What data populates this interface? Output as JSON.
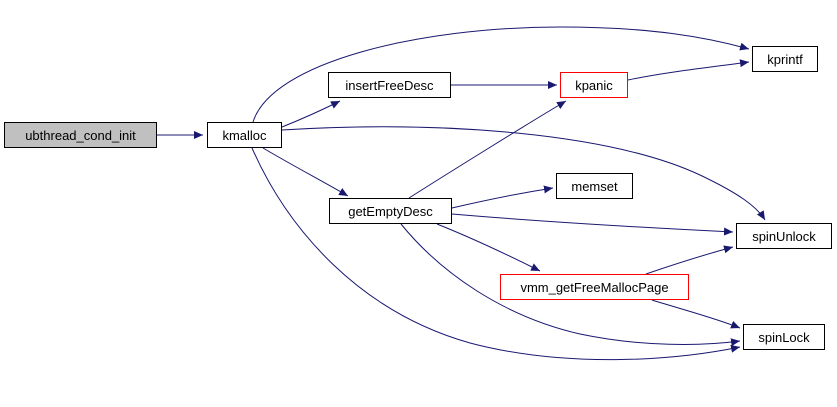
{
  "diagram": {
    "type": "call-graph",
    "root_function": "ubthread_cond_init",
    "colors": {
      "edge": "#191970",
      "node_border": "#000000",
      "node_fill": "#ffffff",
      "error_border": "#ff0000",
      "caller_fill": "#c0c0c0",
      "background": "#ffffff",
      "text": "#000000"
    },
    "nodes": [
      {
        "id": "ubthread_cond_init",
        "label": "ubthread_cond_init",
        "style": "caller"
      },
      {
        "id": "kmalloc",
        "label": "kmalloc",
        "style": "normal"
      },
      {
        "id": "insertFreeDesc",
        "label": "insertFreeDesc",
        "style": "normal"
      },
      {
        "id": "kpanic",
        "label": "kpanic",
        "style": "error"
      },
      {
        "id": "kprintf",
        "label": "kprintf",
        "style": "normal"
      },
      {
        "id": "getEmptyDesc",
        "label": "getEmptyDesc",
        "style": "normal"
      },
      {
        "id": "memset",
        "label": "memset",
        "style": "normal"
      },
      {
        "id": "spinUnlock",
        "label": "spinUnlock",
        "style": "normal"
      },
      {
        "id": "vmm_getFreeMallocPage",
        "label": "vmm_getFreeMallocPage",
        "style": "error"
      },
      {
        "id": "spinLock",
        "label": "spinLock",
        "style": "normal"
      }
    ],
    "edges": [
      {
        "from": "ubthread_cond_init",
        "to": "kmalloc"
      },
      {
        "from": "kmalloc",
        "to": "insertFreeDesc"
      },
      {
        "from": "kmalloc",
        "to": "kprintf"
      },
      {
        "from": "kmalloc",
        "to": "getEmptyDesc"
      },
      {
        "from": "kmalloc",
        "to": "spinUnlock"
      },
      {
        "from": "kmalloc",
        "to": "spinLock"
      },
      {
        "from": "insertFreeDesc",
        "to": "kpanic"
      },
      {
        "from": "kpanic",
        "to": "kprintf"
      },
      {
        "from": "getEmptyDesc",
        "to": "kpanic"
      },
      {
        "from": "getEmptyDesc",
        "to": "memset"
      },
      {
        "from": "getEmptyDesc",
        "to": "spinUnlock"
      },
      {
        "from": "getEmptyDesc",
        "to": "vmm_getFreeMallocPage"
      },
      {
        "from": "getEmptyDesc",
        "to": "spinLock"
      },
      {
        "from": "vmm_getFreeMallocPage",
        "to": "spinUnlock"
      },
      {
        "from": "vmm_getFreeMallocPage",
        "to": "spinLock"
      }
    ]
  }
}
